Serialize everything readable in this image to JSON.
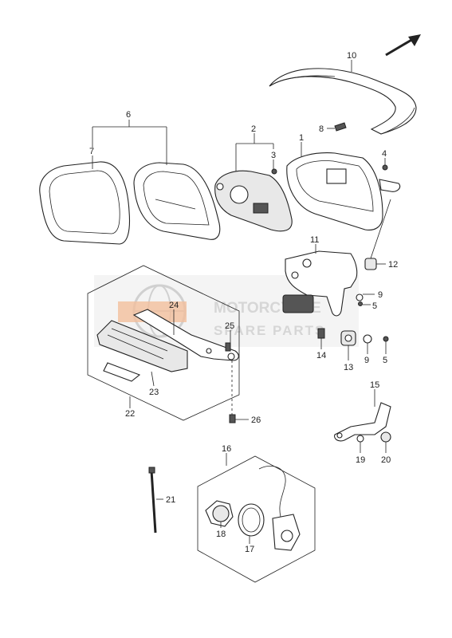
{
  "diagram": {
    "labels": {
      "p1": "1",
      "p2": "2",
      "p3": "3",
      "p4": "4",
      "p5a": "5",
      "p5b": "5",
      "p6": "6",
      "p7": "7",
      "p8": "8",
      "p9a": "9",
      "p9b": "9",
      "p10": "10",
      "p11": "11",
      "p12": "12",
      "p13": "13",
      "p14": "14",
      "p15": "15",
      "p16": "16",
      "p17": "17",
      "p18": "18",
      "p19": "19",
      "p20": "20",
      "p21": "21",
      "p22": "22",
      "p23": "23",
      "p24": "24",
      "p25": "25",
      "p26": "26"
    }
  },
  "watermark": {
    "line1": "MOTORCYCLE",
    "line2": "SPARE PARTS"
  },
  "colors": {
    "watermark_accent": "#f0b48c",
    "watermark_gray": "#d0d0d0"
  }
}
